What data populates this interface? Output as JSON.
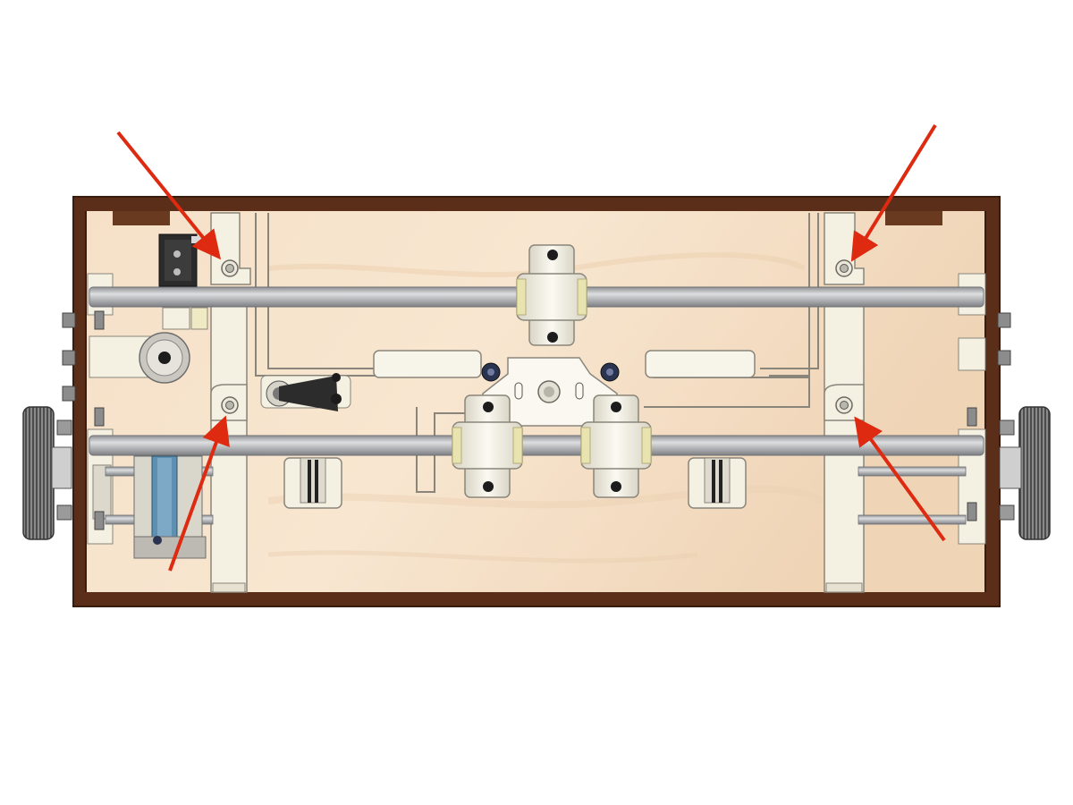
{
  "figure": {
    "kind": "cad-render-top-view",
    "background": "#ffffff",
    "colors": {
      "frame_wood": "#5a2e18",
      "frame_edge": "#3a1c0c",
      "plywood": "#f3dcc2",
      "plywood_grain": "#ead0b2",
      "bracket": "#f4f0e2",
      "bracket_edge": "#8a857a",
      "rod": "#a9abae",
      "rod_highlight": "#dcdedf",
      "bearing": "#f1eddd",
      "bushing": "#e9e3b0",
      "screw": "#1c1c1c",
      "knob": "#6e6e6e",
      "belt": "#5d8fb0",
      "arrow": "#dd2a10"
    }
  },
  "callouts": [
    {
      "id": "arrow-top-left",
      "points_to": "mounting-hole-top-left"
    },
    {
      "id": "arrow-top-right",
      "points_to": "mounting-hole-top-right"
    },
    {
      "id": "arrow-bottom-left",
      "points_to": "mounting-hole-bottom-left"
    },
    {
      "id": "arrow-bottom-right",
      "points_to": "mounting-hole-bottom-right"
    }
  ]
}
